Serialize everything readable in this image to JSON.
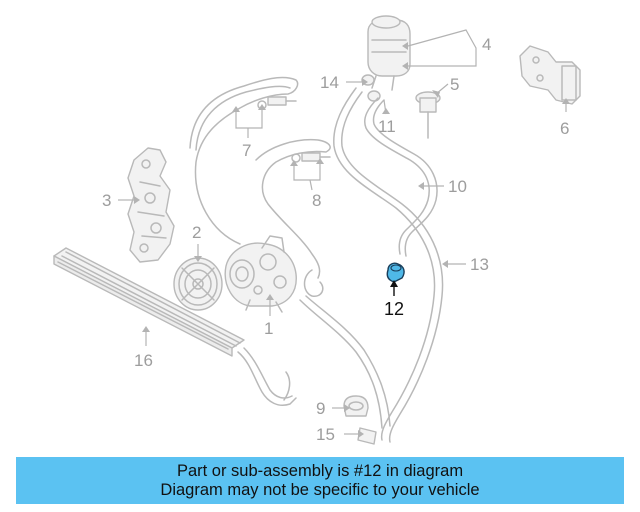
{
  "diagram": {
    "callouts": {
      "c1": "1",
      "c2": "2",
      "c3": "3",
      "c4": "4",
      "c5": "5",
      "c6": "6",
      "c7": "7",
      "c8": "8",
      "c9": "9",
      "c10": "10",
      "c11": "11",
      "c12": "12",
      "c13": "13",
      "c14": "14",
      "c15": "15",
      "c16": "16"
    },
    "highlighted_part": "12",
    "colors": {
      "part_line": "#b9b9b9",
      "callout_text": "#9d9d9d",
      "highlight_fill": "#4fb8e8",
      "highlight_text": "#111111",
      "banner_bg": "#5bc2f2"
    }
  },
  "banner": {
    "line1": "Part or sub-assembly is #12 in diagram",
    "line2": "Diagram may not be specific to your vehicle"
  }
}
